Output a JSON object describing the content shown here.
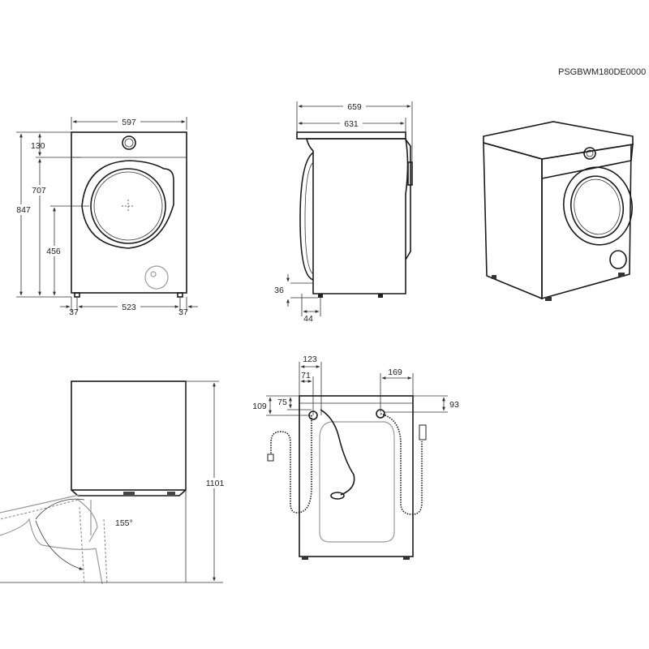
{
  "drawing_code": "PSGBWM180DE0000",
  "front_view": {
    "width": "597",
    "top_height": "130",
    "door_height": "707",
    "total_height": "847",
    "door_center_height": "456",
    "foot_inset_left": "37",
    "foot_span": "523",
    "foot_inset_right": "37"
  },
  "side_view": {
    "depth_total": "659",
    "depth_body": "631",
    "foot_height": "36",
    "foot_offset": "44"
  },
  "door_open_view": {
    "open_height": "1101",
    "door_angle": "155°"
  },
  "rear_view": {
    "inlet_offset_outer": "123",
    "inlet_offset_inner": "71",
    "drain_offset": "169",
    "height_left_outer": "109",
    "height_left_inner": "75",
    "height_right": "93"
  }
}
